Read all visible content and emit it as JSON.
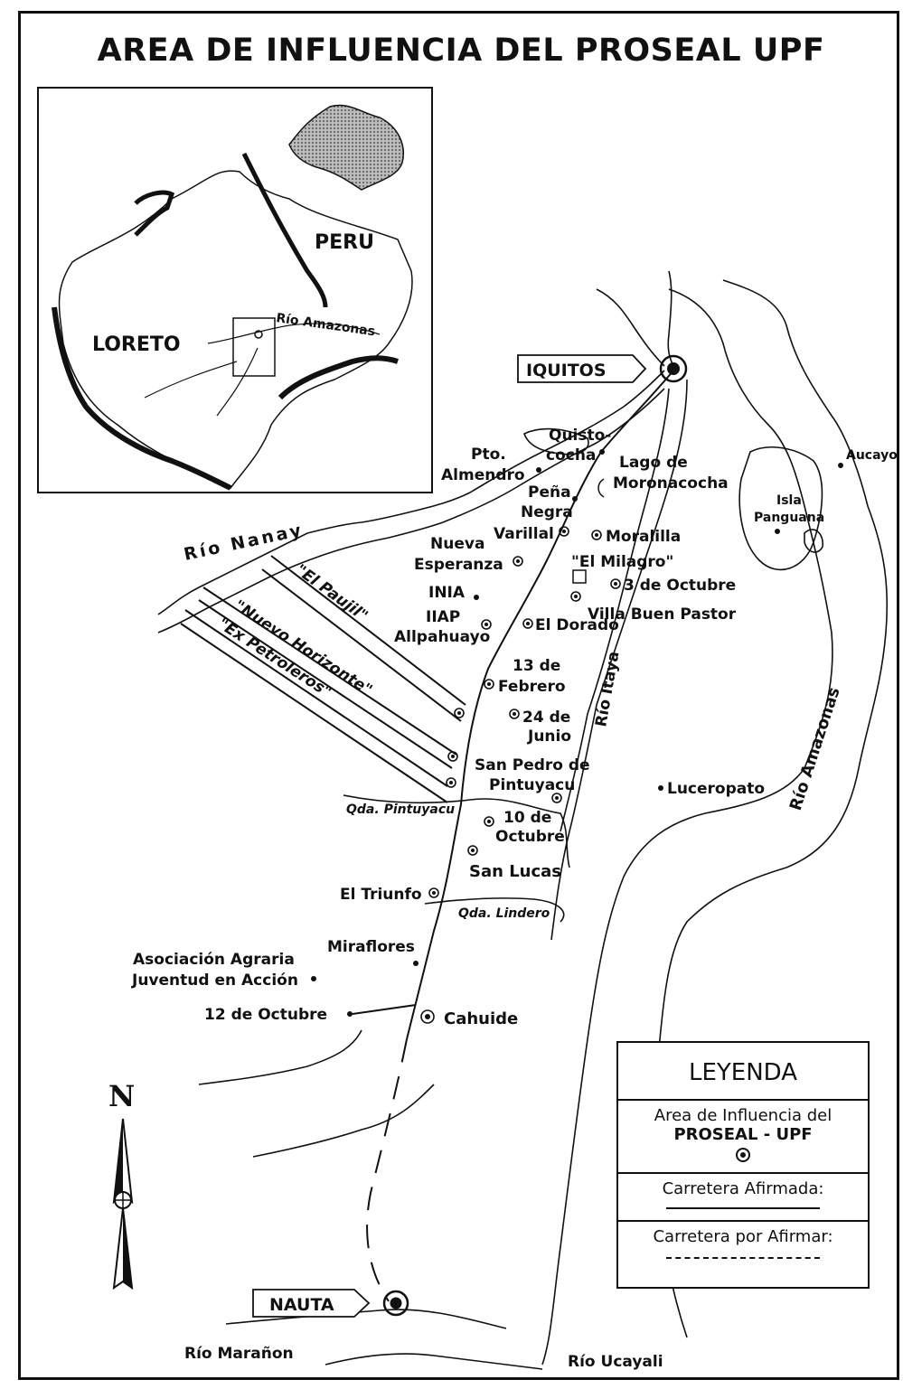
{
  "title": "AREA DE INFLUENCIA DEL PROSEAL UPF",
  "inset": {
    "labels": [
      "PERU",
      "LORETO",
      "Río Amazonas"
    ]
  },
  "cities": [
    "IQUITOS",
    "NAUTA"
  ],
  "rivers": [
    "Río Nanay",
    "Río Itaya",
    "Río Amazonas",
    "Río Marañon",
    "Río Ucayali",
    "Qda. Pintuyacu",
    "Qda. Lindero"
  ],
  "roads": [
    "\"El Paujil\"",
    "\"Nuevo Horizonte\"",
    "\"Ex Petroleros\""
  ],
  "places": [
    "Quisto-",
    "cocha",
    "Pto.",
    "Almendro",
    "Peña",
    "Negra",
    "Varillal",
    "Lago de",
    "Moronacocha",
    "Moralilla",
    "\"El Milagro\"",
    "3 de Octubre",
    "Villa Buen Pastor",
    "Nueva",
    "Esperanza",
    "INIA",
    "IIAP",
    "Allpahuayo",
    "El Dorado",
    "13 de",
    "Febrero",
    "24 de",
    "Junio",
    "San Pedro de",
    "Pintuyacu",
    "10 de",
    "Octubre",
    "San Lucas",
    "El Triunfo",
    "Miraflores",
    "Asociación Agraria",
    "Juventud en Acción",
    "12 de Octubre",
    "Cahuide",
    "Luceropato",
    "Isla",
    "Panguana",
    "Aucayo"
  ],
  "legend": {
    "title": "LEYENDA",
    "area_line1": "Area de Influencia del",
    "area_line2": "PROSEAL - UPF",
    "paved": "Carretera Afirmada:",
    "unpaved": "Carretera por Afirmar:"
  },
  "north": "N"
}
